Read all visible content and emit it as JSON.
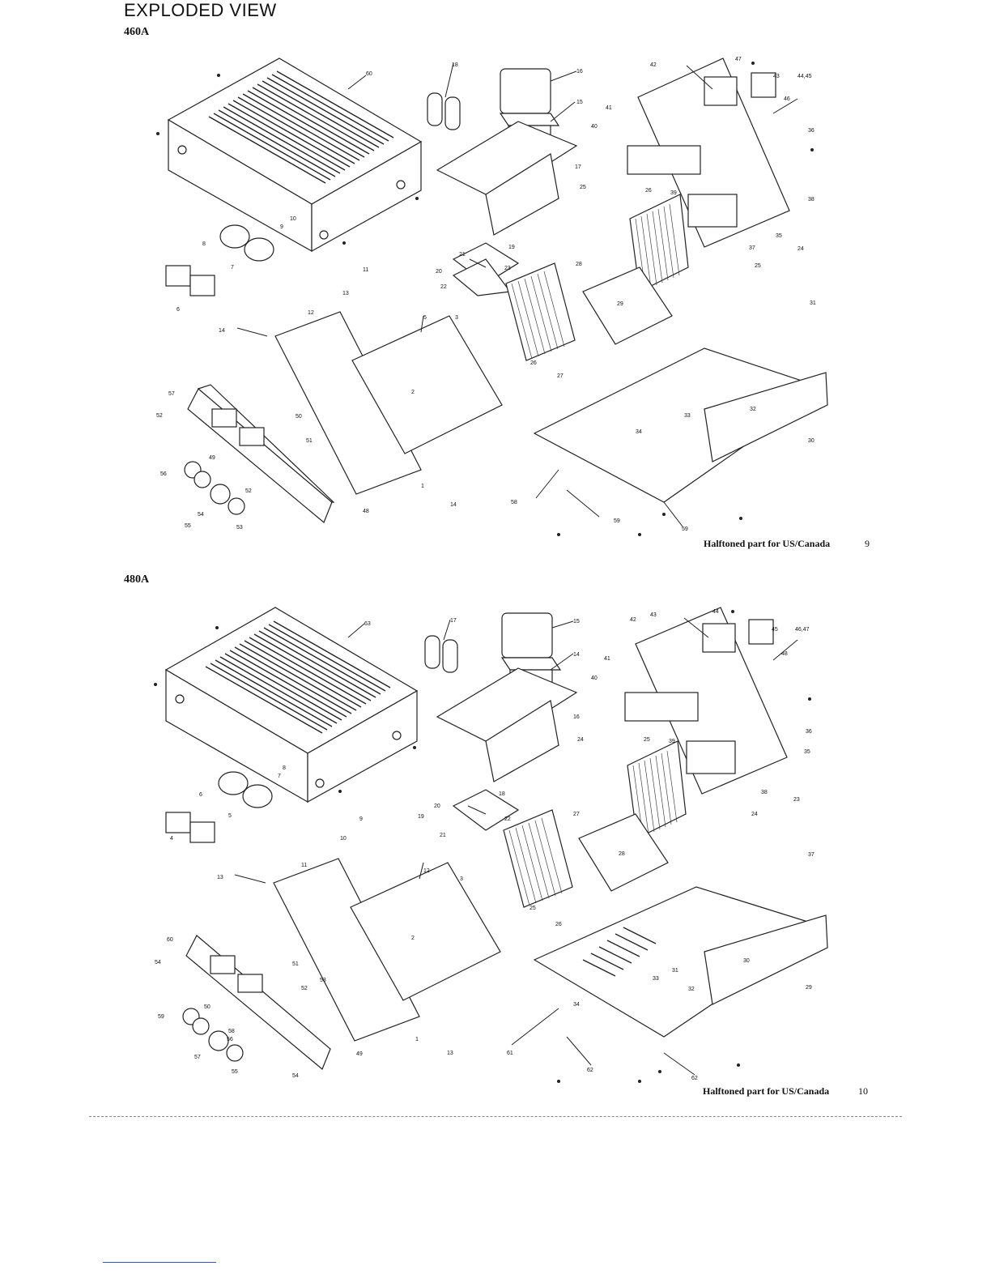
{
  "page": {
    "title": "EXPLODED VIEW"
  },
  "sections": [
    {
      "model": "460A",
      "caption": "Halftoned part for US/Canada",
      "page_number": "9",
      "labels": [
        "60",
        "18",
        "16",
        "15",
        "41",
        "40",
        "42",
        "47",
        "43",
        "44,45",
        "46",
        "36",
        "38",
        "39",
        "35",
        "37",
        "17",
        "25",
        "26",
        "24",
        "10",
        "9",
        "8",
        "7",
        "6",
        "11",
        "13",
        "12",
        "14",
        "5",
        "3",
        "21",
        "19",
        "20",
        "23",
        "22",
        "28",
        "29",
        "31",
        "26",
        "27",
        "25",
        "2",
        "57",
        "52",
        "56",
        "49",
        "48",
        "50",
        "51",
        "55",
        "54",
        "53",
        "52",
        "1",
        "14",
        "58",
        "34",
        "33",
        "32",
        "30",
        "59",
        "59"
      ]
    },
    {
      "model": "480A",
      "caption": "Halftoned part for US/Canada",
      "page_number": "10",
      "labels": [
        "63",
        "17",
        "15",
        "14",
        "41",
        "40",
        "42",
        "43",
        "44",
        "45",
        "46,47",
        "48",
        "36",
        "35",
        "39",
        "38",
        "16",
        "24",
        "25",
        "24",
        "23",
        "8",
        "7",
        "6",
        "5",
        "4",
        "9",
        "10",
        "11",
        "13",
        "12",
        "3",
        "20",
        "18",
        "19",
        "22",
        "21",
        "27",
        "28",
        "37",
        "25",
        "26",
        "2",
        "60",
        "54",
        "59",
        "50",
        "49",
        "51",
        "53",
        "52",
        "58",
        "57",
        "56",
        "55",
        "54",
        "1",
        "13",
        "61",
        "34",
        "33",
        "31",
        "32",
        "30",
        "29",
        "62",
        "62"
      ]
    }
  ]
}
